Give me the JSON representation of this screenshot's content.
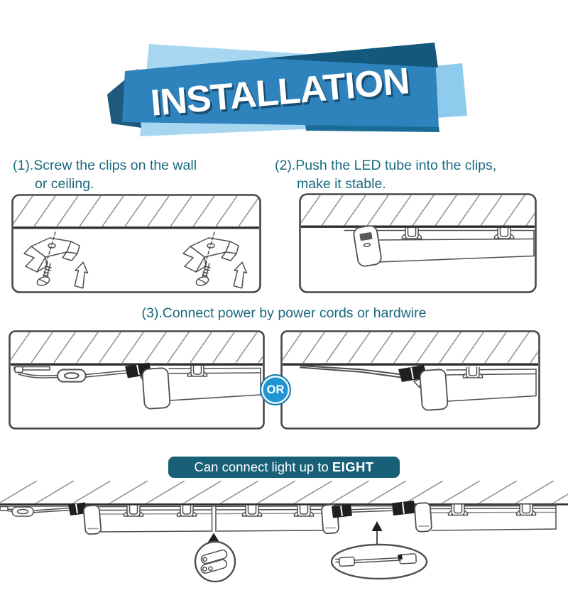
{
  "header": {
    "title": "INSTALLATION"
  },
  "steps": {
    "step1_line1": "(1).Screw the clips on the wall",
    "step1_line2": "or ceiling.",
    "step2_line1": "(2).Push the LED tube into the clips,",
    "step2_line2": "make it stable.",
    "step3": "(3).Connect power by power cords or hardwire"
  },
  "or_badge": {
    "label": "OR"
  },
  "connect_banner": {
    "text": "Can connect light up to ",
    "highlight": "EIGHT"
  },
  "colors": {
    "accent_text": "#19697F",
    "band_blue": "#2E83BC",
    "light_blue": "#A7D6F1",
    "light_blue2": "#8FCBEC",
    "navy": "#1D5A7E",
    "fold_teal": "#14587D",
    "strip_teal": "#1A6C97",
    "connect_bg": "#176078",
    "or_bg": "#1F96D3",
    "ink": "#4F4F4F"
  },
  "icons": {
    "ceiling_hatch": "diagonal-hatch-pattern",
    "mounting_clip": "clip-with-screw-line-art",
    "screw": "screw-line-art",
    "arrow_up": "outline-up-arrow",
    "clip_hook": "tube-retaining-clip",
    "inline_switch": "cord-switch-oval-button",
    "power_plug": "black-plug-wedge",
    "connector_pins": "two-pin-connector-in-circle",
    "connector_cable": "joining-cable-in-ellipse"
  }
}
